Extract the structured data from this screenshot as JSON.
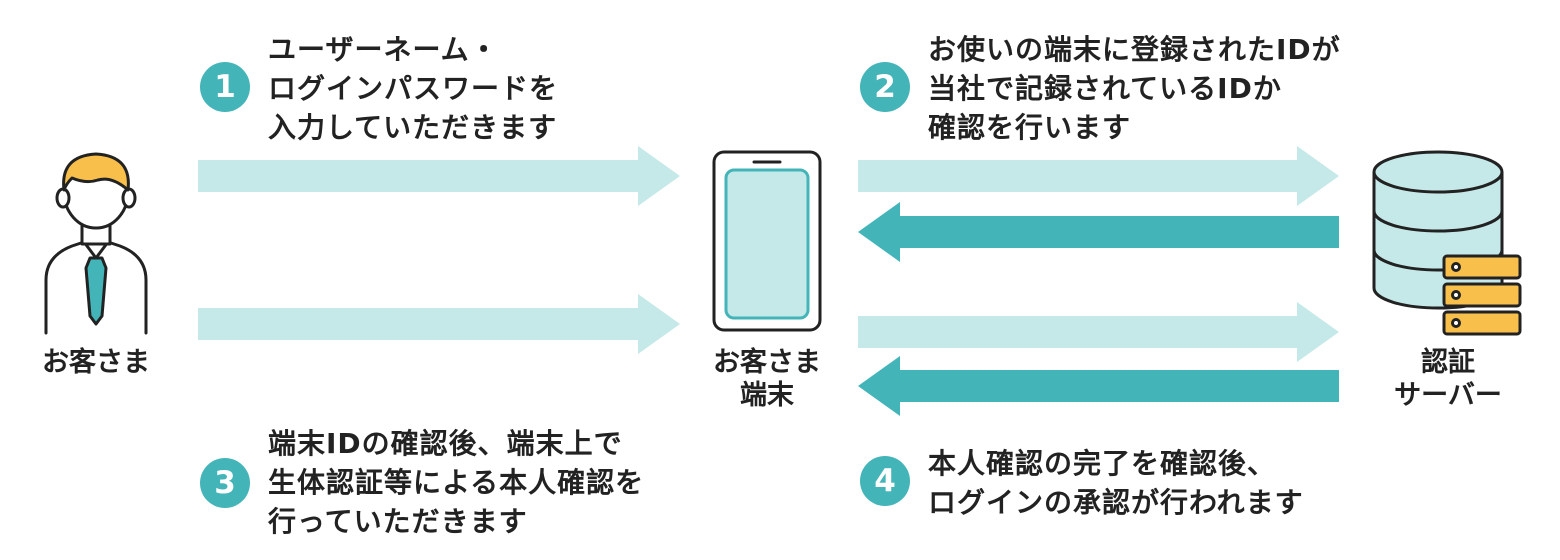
{
  "steps": [
    {
      "number": "1",
      "lines": [
        "ユーザーネーム・",
        "ログインパスワードを",
        "入力していただきます"
      ]
    },
    {
      "number": "2",
      "lines": [
        "お使いの端末に登録されたIDが",
        "当社で記録されているIDか",
        "確認を行います"
      ]
    },
    {
      "number": "3",
      "lines": [
        "端末IDの確認後、端末上で",
        "生体認証等による本人確認を",
        "行っていただきます"
      ]
    },
    {
      "number": "4",
      "lines": [
        "本人確認の完了を確認後、",
        "ログインの承認が行われます"
      ]
    }
  ],
  "actors": {
    "customer": "お客さま",
    "device": [
      "お客さま",
      "端末"
    ],
    "server": [
      "認証",
      "サーバー"
    ]
  },
  "colors": {
    "accent": "#43b5b9",
    "arrow_light": "#c5e9e8",
    "arrow_dark": "#43b5b9",
    "hair": "#f8c04b",
    "server_box": "#f8c04b",
    "outline": "#222222"
  }
}
